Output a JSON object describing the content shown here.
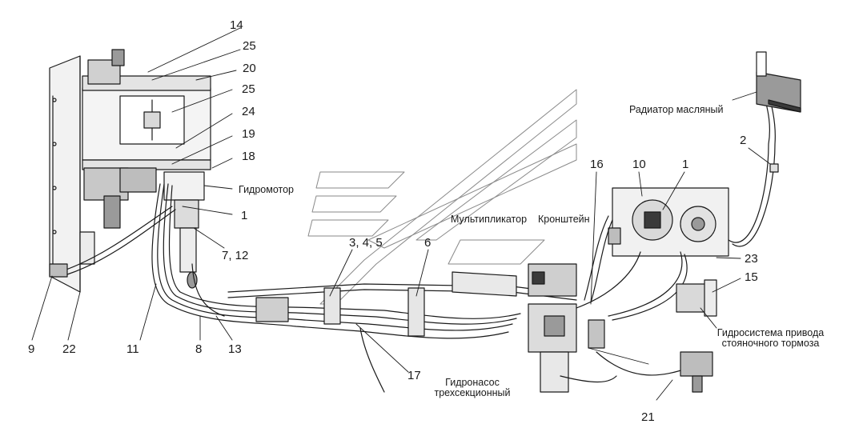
{
  "colors": {
    "line": "#1a1a1a",
    "fill_light": "#d9d9d9",
    "fill_mid": "#9a9a9a",
    "fill_dark": "#3a3a3a"
  },
  "callouts": [
    "14",
    "25",
    "20",
    "25",
    "24",
    "19",
    "18",
    "1",
    "7, 12",
    "9",
    "22",
    "11",
    "8",
    "13",
    "3, 4, 5",
    "6",
    "17",
    "16",
    "10",
    "1",
    "2",
    "23",
    "15",
    "21"
  ],
  "text_labels": {
    "hydromotor": "Гидромотор",
    "multiplicator": "Мультипликатор",
    "bracket": "Кронштейн",
    "oil_radiator": "Радиатор масляный",
    "parking_brake_line1": "Гидросистема привода",
    "parking_brake_line2": "стояночного тормоза",
    "pump_line1": "Гидронасос",
    "pump_line2": "трехсекционный"
  }
}
